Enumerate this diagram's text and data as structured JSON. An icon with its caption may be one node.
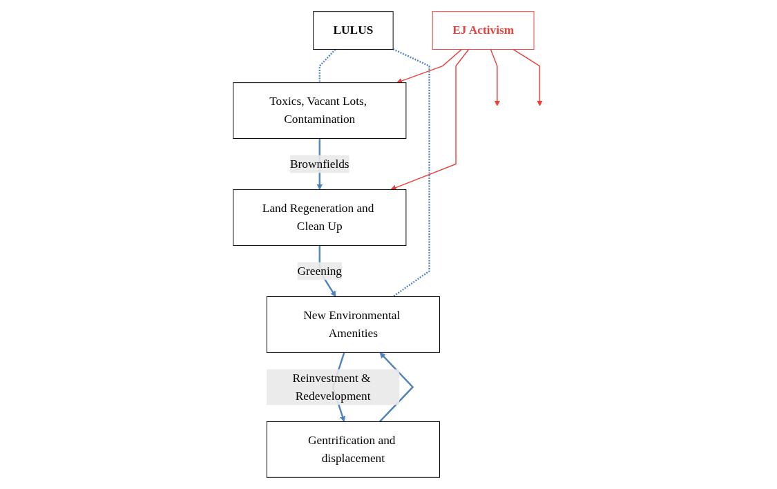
{
  "diagram": {
    "nodes": [
      {
        "text": [
          "Toxics, Vacant Lots, Contamination"
        ]
      },
      {
        "text": [
          "LULUS"
        ]
      },
      {
        "text": [
          "EJ Activism"
        ]
      },
      {
        "text": [
          "Land Regeneration and Clean Up"
        ]
      },
      {
        "text": [
          "New Environmental Amenities"
        ]
      },
      {
        "text": [
          "Gentrification and displacement"
        ]
      }
    ],
    "edges": [
      {
        "from": 1,
        "to": 0,
        "arrow": "none",
        "style": "dashed"
      },
      {
        "from": 0,
        "to": 3,
        "arrow": "to",
        "label": "Brownfields"
      },
      {
        "from": 2,
        "to": 0,
        "arrow": "to",
        "color": "#e8403a"
      },
      {
        "from": 2,
        "to": 3,
        "arrow": "to",
        "color": "#e8403a"
      },
      {
        "from": 2,
        "to": null,
        "arrow": "to",
        "color": "#e8403a"
      },
      {
        "from": 2,
        "to": null,
        "arrow": "to",
        "color": "#e8403a"
      },
      {
        "from": 3,
        "to": 4,
        "arrow": "to",
        "label": "Greening"
      },
      {
        "from": 1,
        "to": 4,
        "arrow": "none",
        "style": "dashed"
      },
      {
        "from": 4,
        "to": 5,
        "arrow": "to",
        "label": "Reinvestment & Redevelopment"
      },
      {
        "from": 5,
        "to": 4,
        "arrow": "to"
      }
    ]
  }
}
